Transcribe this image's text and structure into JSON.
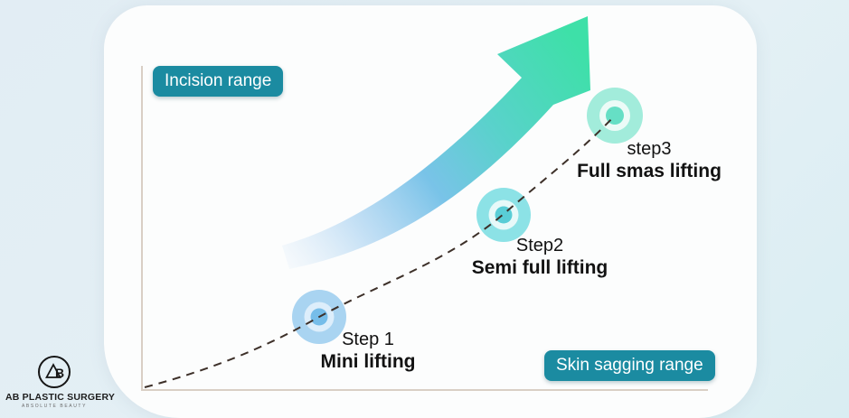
{
  "badges": {
    "incision_label": "Incision range",
    "skin_sagging_label": "Skin sagging range",
    "bg_color": "#1b8ba1",
    "text_color": "#ffffff"
  },
  "steps": [
    {
      "label": "Step 1",
      "name": "Mini lifting",
      "marker": {
        "outer": "#a9d4f1",
        "ring": "#ddeefb",
        "dot": "#76bde9"
      }
    },
    {
      "label": "Step2",
      "name": "Semi full lifting",
      "marker": {
        "outer": "#8ce2e6",
        "ring": "#e7f9f9",
        "dot": "#59cdd6"
      }
    },
    {
      "label": "step3",
      "name": "Full smas lifting",
      "marker": {
        "outer": "#a2ecdb",
        "ring": "#ecfbf7",
        "dot": "#66dfc5"
      }
    }
  ],
  "logo": {
    "monogram": "B",
    "title": "AB PLASTIC SURGERY",
    "subtitle": "ABSOLUTE BEAUTY"
  },
  "colors": {
    "page_background": "#e3eef5",
    "card_background": "#fcfdfd",
    "axis": "#d9cfc5",
    "dashed_line": "#3d3029",
    "arrow_tail": "#b9d6f2",
    "arrow_mid": "#79c3e8",
    "arrow_head": "#3ee0a8"
  },
  "chart_data": {
    "type": "scatter",
    "title": "",
    "xlabel": "Skin sagging range",
    "ylabel": "Incision range",
    "legend": false,
    "grid": false,
    "points": [
      {
        "step": "Step 1",
        "procedure": "Mini lifting",
        "skin_sagging": 1,
        "incision": 1
      },
      {
        "step": "Step2",
        "procedure": "Semi full lifting",
        "skin_sagging": 2,
        "incision": 2
      },
      {
        "step": "step3",
        "procedure": "Full smas lifting",
        "skin_sagging": 3,
        "incision": 3
      }
    ],
    "annotations": [
      "dashed accelerating curve from axis origin through all three step markers",
      "large blue-to-green gradient arrow indicating increase toward step3"
    ]
  }
}
